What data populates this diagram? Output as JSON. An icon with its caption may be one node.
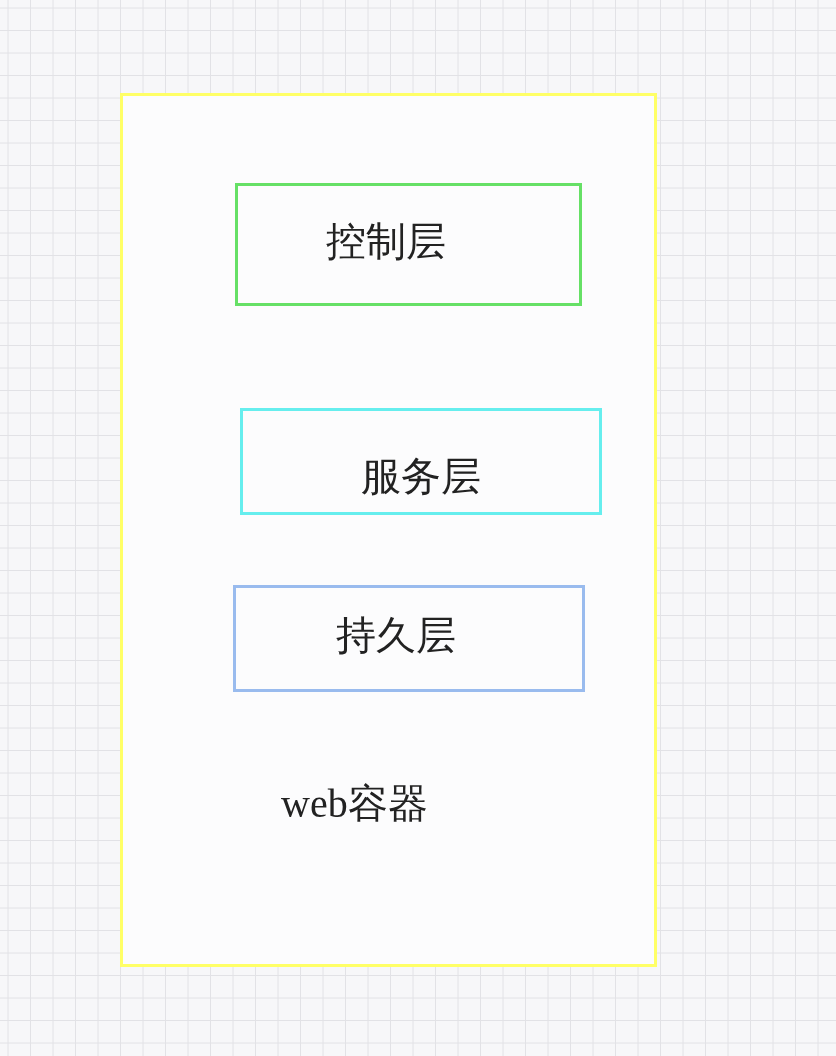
{
  "diagram": {
    "nodes": [
      {
        "text": [
          "web容器"
        ]
      },
      {
        "text": [
          "控制层"
        ],
        "in": 0
      },
      {
        "text": [
          "服务层"
        ],
        "in": 0
      },
      {
        "text": [
          "持久层"
        ],
        "in": 0
      }
    ]
  }
}
